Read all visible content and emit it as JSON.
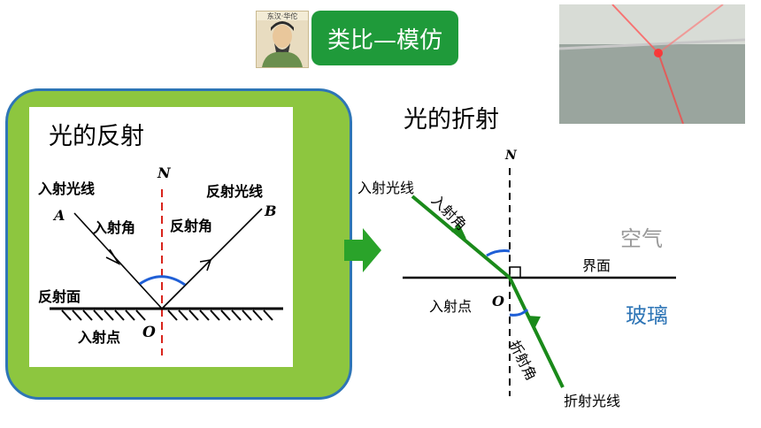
{
  "header": {
    "badge_text": "类比—模仿",
    "portrait_caption": "东汉·华佗"
  },
  "reflection": {
    "title": "光的反射",
    "incident_ray": "入射光线",
    "reflected_ray": "反射光线",
    "incident_angle": "入射角",
    "reflected_angle": "反射角",
    "surface": "反射面",
    "incident_point": "入射点",
    "point_A": "A",
    "point_B": "B",
    "normal": "N",
    "origin": "O"
  },
  "refraction": {
    "title": "光的折射",
    "incident_ray": "入射光线",
    "incident_angle": "入射角",
    "interface": "界面",
    "air": "空气",
    "glass": "玻璃",
    "incident_point": "入射点",
    "origin": "O",
    "normal": "N",
    "refracted_angle": "折射角",
    "refracted_ray": "折射光线"
  },
  "colors": {
    "badge": "#1f9a3a",
    "panel": "#8dc63f",
    "panel_border": "#2e75b6",
    "ray_green": "#1a8a1a",
    "angle_arc": "#1f5fd6",
    "normal_red": "#d9241c",
    "arrow_green": "#2aa32a",
    "label_blue": "#2e75b6",
    "label_gray": "#999999"
  }
}
